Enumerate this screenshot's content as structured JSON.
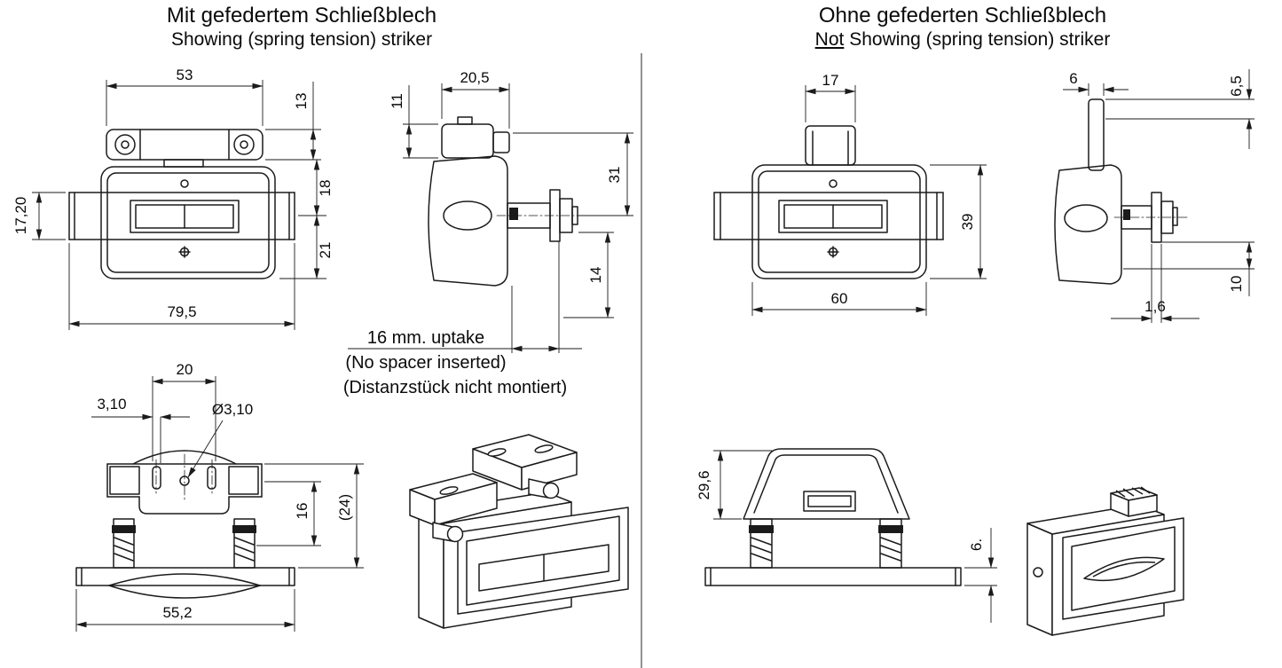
{
  "left": {
    "title_de": "Mit gefedertem Schließblech",
    "title_en": "Showing (spring tension) striker",
    "front": {
      "striker_width": "53",
      "striker_height": "13",
      "bar_height": "17,20",
      "upper": "18",
      "lower": "21",
      "total_width": "79,5"
    },
    "side": {
      "tab_height": "11",
      "top_width": "20,5",
      "upper": "31",
      "lower": "14",
      "note1": "16 mm. uptake",
      "note2": "(No spacer inserted)",
      "note3": "(Distanzstück nicht montiert)"
    },
    "bottom": {
      "slot_span": "20",
      "slot_width": "3,10",
      "hole_dia": "Ø3,10",
      "body_height": "16",
      "ref_height": "(24)",
      "plate_width": "55,2"
    }
  },
  "right": {
    "title_de": "Ohne gefederten Schließblech",
    "title_not": "Not",
    "title_en_rest": "Showing (spring tension) striker",
    "front": {
      "tab_width": "17",
      "body_height": "39",
      "body_width": "60"
    },
    "side": {
      "tab_width": "6",
      "tab_height": "6,5",
      "lower": "10",
      "flange": "1,6"
    },
    "bottom": {
      "body_height": "29,6",
      "gap": "6."
    }
  }
}
